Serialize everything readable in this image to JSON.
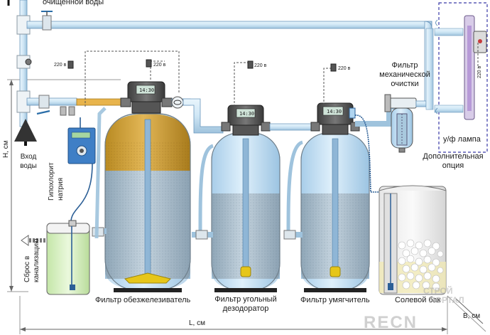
{
  "labels": {
    "clean_water_out": "очищенной воды",
    "water_inlet": "Вход\nводы",
    "hypochlorite": "Гипохлорит\nнатрия",
    "drain": "Сброс в\nканализацию",
    "height_dim": "H, см",
    "length_dim": "L, см",
    "width_dim": "B, см",
    "iron_filter": "Фильтр обезжелезиватель",
    "carbon_filter": "Фильтр угольный\nдезодоратор",
    "softener_filter": "Фильтр умягчитель",
    "salt_tank": "Солевой бак",
    "mech_filter": "Фильтр\nмеханической\nочистки",
    "uv_lamp": "у/ф лампа",
    "uv_option": "Дополнительная\nопция",
    "power": "220 в",
    "uv_power": "220 в",
    "display_time": "14:30"
  },
  "watermark": {
    "line1": "СТРОЙ",
    "line2": "ПОРТАЛ",
    "brand": "RECN"
  },
  "colors": {
    "pipe": "#cfe6f5",
    "pipe_edge": "#6a97bd",
    "iron_media": "#d9a93c",
    "water": "#c6e1f3",
    "media_grey": "#aab8c3",
    "hypo_liquid": "#dff2c8",
    "control_head": "#5b5b5b"
  }
}
